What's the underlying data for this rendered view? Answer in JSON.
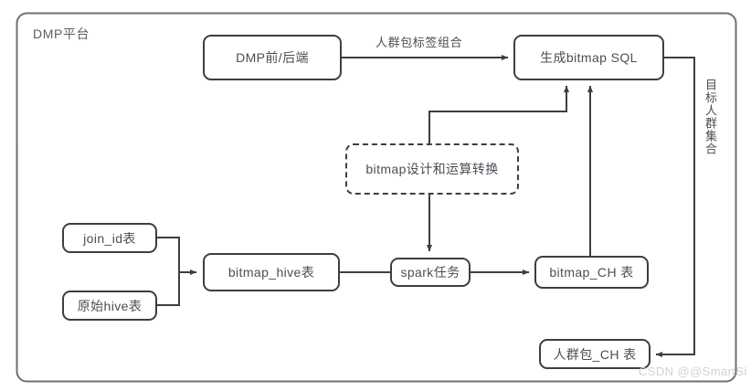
{
  "diagram": {
    "title": "DMP平台",
    "watermark": "CSDN @@SmartSi",
    "colors": {
      "stroke": "#3a3f45",
      "container_stroke": "#6b7075",
      "text": "#4a4f55",
      "background": "#ffffff",
      "watermark": "#cfd2d6"
    },
    "nodes": [
      {
        "id": "dmp_front_back",
        "label": "DMP前/后端",
        "shape": "rounded-rect",
        "style": "solid"
      },
      {
        "id": "gen_bitmap_sql",
        "label": "生成bitmap SQL",
        "shape": "rounded-rect",
        "style": "solid"
      },
      {
        "id": "bitmap_design",
        "label": "bitmap设计和运算转换",
        "shape": "rounded-rect",
        "style": "dashed"
      },
      {
        "id": "join_id_table",
        "label": "join_id表",
        "shape": "rounded-rect",
        "style": "solid"
      },
      {
        "id": "raw_hive_table",
        "label": "原始hive表",
        "shape": "rounded-rect",
        "style": "solid"
      },
      {
        "id": "bitmap_hive_table",
        "label": "bitmap_hive表",
        "shape": "rounded-rect",
        "style": "solid"
      },
      {
        "id": "spark_job",
        "label": "spark任务",
        "shape": "rounded-rect",
        "style": "solid"
      },
      {
        "id": "bitmap_ch_table",
        "label": "bitmap_CH 表",
        "shape": "rounded-rect",
        "style": "solid"
      },
      {
        "id": "crowd_pack_ch_table",
        "label": "人群包_CH 表",
        "shape": "rounded-rect",
        "style": "solid"
      }
    ],
    "edge_labels": [
      {
        "id": "tag_combination",
        "label": "人群包标签组合",
        "orientation": "horizontal"
      },
      {
        "id": "target_crowd_set",
        "label": "目标人群集合",
        "orientation": "vertical"
      }
    ],
    "edges": [
      {
        "from": "dmp_front_back",
        "to": "gen_bitmap_sql",
        "label": "人群包标签组合"
      },
      {
        "from": "bitmap_design",
        "to": "gen_bitmap_sql",
        "label": ""
      },
      {
        "from": "bitmap_ch_table",
        "to": "gen_bitmap_sql",
        "label": ""
      },
      {
        "from": "bitmap_design",
        "to": "spark_job",
        "label": ""
      },
      {
        "from": "join_id_table",
        "to": "bitmap_hive_table",
        "label": ""
      },
      {
        "from": "raw_hive_table",
        "to": "bitmap_hive_table",
        "label": ""
      },
      {
        "from": "bitmap_hive_table",
        "to": "spark_job",
        "label": ""
      },
      {
        "from": "spark_job",
        "to": "bitmap_ch_table",
        "label": ""
      },
      {
        "from": "gen_bitmap_sql",
        "to": "crowd_pack_ch_table",
        "label": "目标人群集合"
      }
    ]
  }
}
